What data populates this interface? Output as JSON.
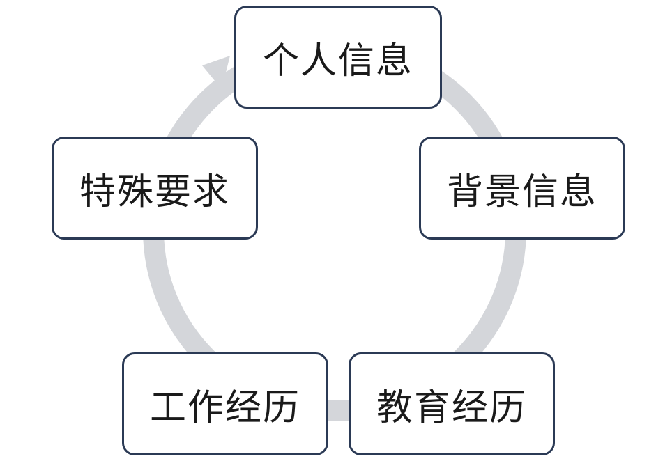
{
  "diagram": {
    "ring_color": "#d4d6da",
    "node_border_color": "#2b3a55",
    "nodes": [
      {
        "id": "personal",
        "label": "个人信息"
      },
      {
        "id": "background",
        "label": "背景信息"
      },
      {
        "id": "education",
        "label": "教育经历"
      },
      {
        "id": "work",
        "label": "工作经历"
      },
      {
        "id": "special",
        "label": "特殊要求"
      }
    ],
    "arrow_direction": "clockwise"
  }
}
